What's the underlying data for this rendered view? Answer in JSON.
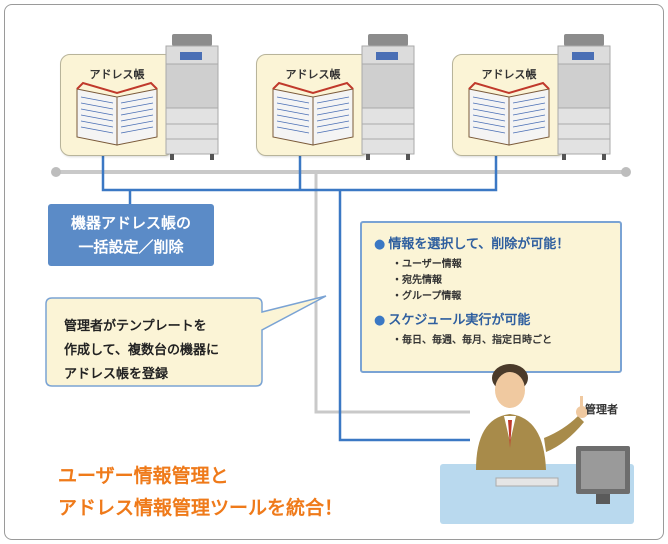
{
  "address_books": [
    {
      "label": "アドレス帳"
    },
    {
      "label": "アドレス帳"
    },
    {
      "label": "アドレス帳"
    }
  ],
  "bulk_settings": {
    "line1": "機器アドレス帳の",
    "line2": "一括設定／削除"
  },
  "features": {
    "delete": {
      "title": "情報を選択して、削除が可能！",
      "items": [
        "・ユーザー情報",
        "・宛先情報",
        "・グループ情報"
      ]
    },
    "schedule": {
      "title": "スケジュール実行が可能",
      "items": [
        "・毎日、毎週、毎月、指定日時ごと"
      ]
    }
  },
  "callout": {
    "line1": "管理者がテンプレートを",
    "line2": "作成して、複数台の機器に",
    "line3": "アドレス帳を登録"
  },
  "admin_label": "管理者",
  "headline": {
    "line1": "ユーザー情報管理と",
    "line2": "アドレス情報管理ツールを統合！"
  },
  "colors": {
    "accent_blue": "#5b8bc7",
    "orange": "#ef7a1a",
    "note_fill": "#fbf4d6",
    "link_blue": "#3b78c4"
  }
}
